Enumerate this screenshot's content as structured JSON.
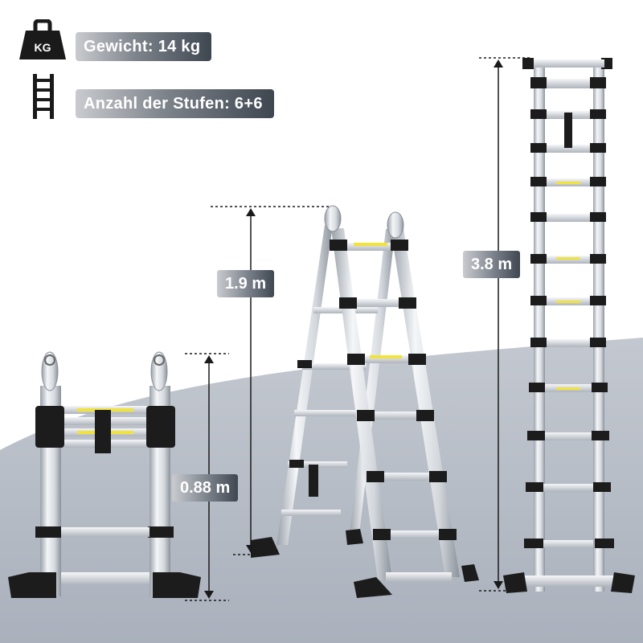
{
  "specs": {
    "weight_label": "Gewicht: 14 kg",
    "weight_icon_text": "KG",
    "steps_label": "Anzahl der Stufen: 6+6"
  },
  "dimensions": {
    "folded": "0.88 m",
    "a_frame": "1.9 m",
    "extended": "3.8 m"
  },
  "icons": {
    "weight": "kettlebell-weight-icon",
    "steps": "ladder-icon"
  },
  "colors": {
    "floor": "#b8bec8",
    "ladder_metal": "#dfe3e8",
    "ladder_dark": "#1c1c1c",
    "warning_label": "#f2e33a"
  }
}
